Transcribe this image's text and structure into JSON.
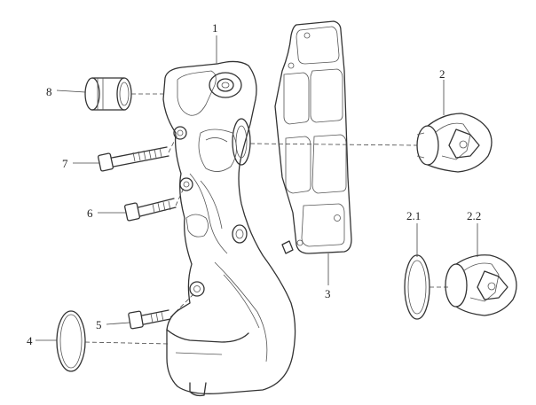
{
  "callouts": {
    "c1": "1",
    "c2": "2",
    "c2_1": "2.1",
    "c2_2": "2.2",
    "c3": "3",
    "c4": "4",
    "c5": "5",
    "c6": "6",
    "c7": "7",
    "c8": "8"
  }
}
